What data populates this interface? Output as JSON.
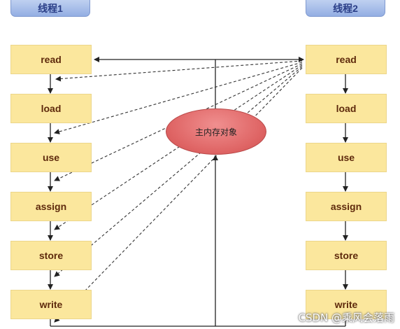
{
  "thread1": {
    "title": "线程1",
    "steps": [
      "read",
      "load",
      "use",
      "assign",
      "store",
      "write"
    ]
  },
  "thread2": {
    "title": "线程2",
    "steps": [
      "read",
      "load",
      "use",
      "assign",
      "store",
      "write"
    ]
  },
  "main_memory": {
    "label": "主内存对象"
  },
  "watermark": {
    "text": "CSDN @乘风会落雨"
  },
  "colors": {
    "step_fill": "#fbe79d",
    "step_text": "#5e2a0c",
    "title_fill": "#a9bfe9",
    "title_text": "#2b3f88",
    "memory_fill": "#df6565",
    "line": "#222222"
  }
}
